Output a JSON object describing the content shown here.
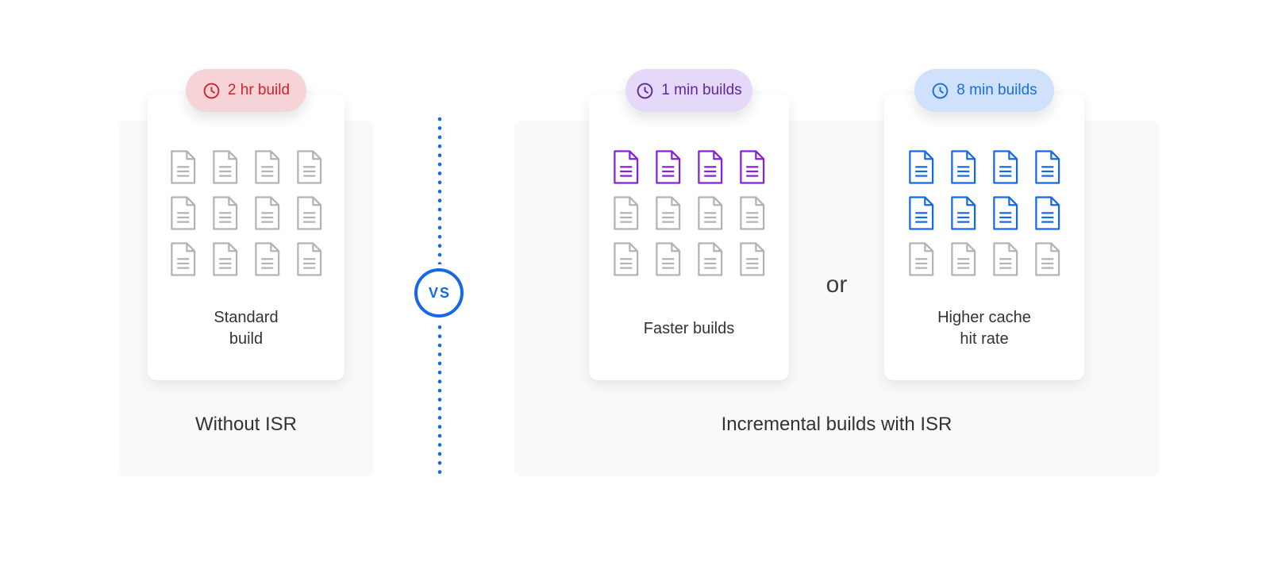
{
  "colors": {
    "accent_blue": "#1668e3",
    "panel_bg": "#f9f9f9",
    "card_bg": "#ffffff",
    "text_dark": "#333333",
    "badge_red_bg": "#f6d3d6",
    "badge_red_fg": "#d0232b",
    "badge_purple_bg": "#e5d8f9",
    "badge_purple_fg": "#5c2a9d",
    "badge_blue_bg": "#cfe1fb",
    "badge_blue_fg": "#1a6ee0",
    "doc_gray": "#b3b3b3",
    "doc_purple": "#8521d8",
    "doc_blue": "#1568e8"
  },
  "grid": {
    "cols": 4
  },
  "divider": {
    "vs_label": "VS"
  },
  "or_label": "or",
  "left": {
    "badge_label": "2 hr build",
    "card": {
      "title": "Standard\nbuild",
      "doc_rows": [
        "gray",
        "gray",
        "gray"
      ]
    },
    "caption": "Without ISR"
  },
  "right": {
    "faster_card": {
      "badge_label": "1 min builds",
      "title": "Faster builds",
      "doc_rows": [
        "purple",
        "gray",
        "gray"
      ]
    },
    "cache_card": {
      "badge_label": "8 min builds",
      "title": "Higher cache\nhit rate",
      "doc_rows": [
        "blue",
        "blue",
        "gray"
      ]
    },
    "caption": "Incremental builds with ISR"
  }
}
